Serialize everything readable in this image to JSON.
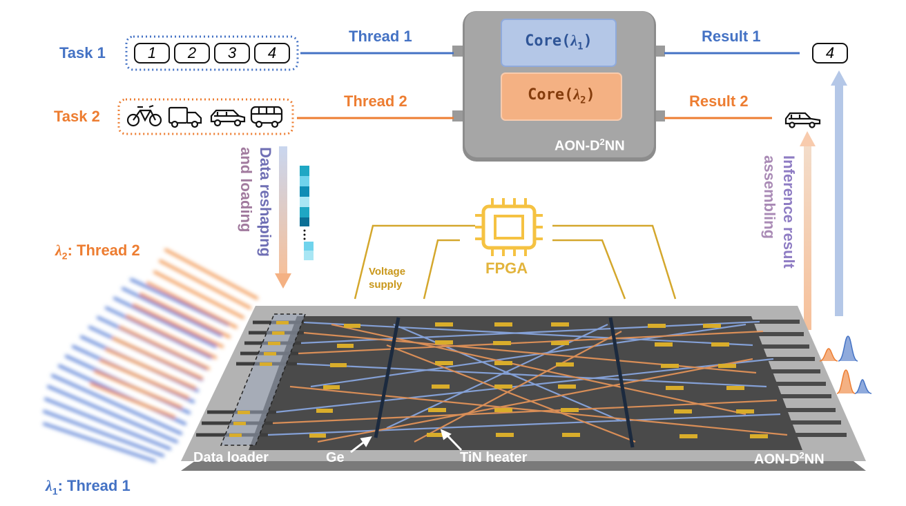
{
  "tasks": [
    {
      "label": "Task 1",
      "thread": "Thread 1",
      "result": "Result 1",
      "inputs": [
        "1",
        "2",
        "3",
        "4"
      ],
      "output": "4",
      "color": "#4472c4"
    },
    {
      "label": "Task 2",
      "thread": "Thread 2",
      "result": "Result 2",
      "inputs": [
        "bicycle-icon",
        "truck-icon",
        "car-icon",
        "bus-icon"
      ],
      "output": "car-icon",
      "color": "#ed7d31"
    }
  ],
  "processor": {
    "core1_prefix": "Core(",
    "core1_sym": "λ",
    "core1_sub": "1",
    "core2_prefix": "Core(",
    "core2_sym": "λ",
    "core2_sub": "2",
    "close": ")",
    "name_prefix": "AON-D",
    "name_sup": "2",
    "name_suffix": "NN"
  },
  "left_process": {
    "line1": "Data reshaping",
    "line2": "and loading"
  },
  "right_process": {
    "line1": "Inference result",
    "line2": "assembling"
  },
  "fpga": {
    "label": "FPGA",
    "voltage_line1": "Voltage",
    "voltage_line2": "supply",
    "color": "#f5c242"
  },
  "wavelengths": {
    "l2_sym": "λ",
    "l2_sub": "2",
    "l2_text": ": Thread 2",
    "l1_sym": "λ",
    "l1_sub": "1",
    "l1_text": ": Thread 1"
  },
  "chip": {
    "data_loader": "Data loader",
    "ge": "Ge",
    "tin_heater": "TiN heater",
    "name_prefix": "AON-D",
    "name_sup": "2",
    "name_suffix": "NN"
  }
}
